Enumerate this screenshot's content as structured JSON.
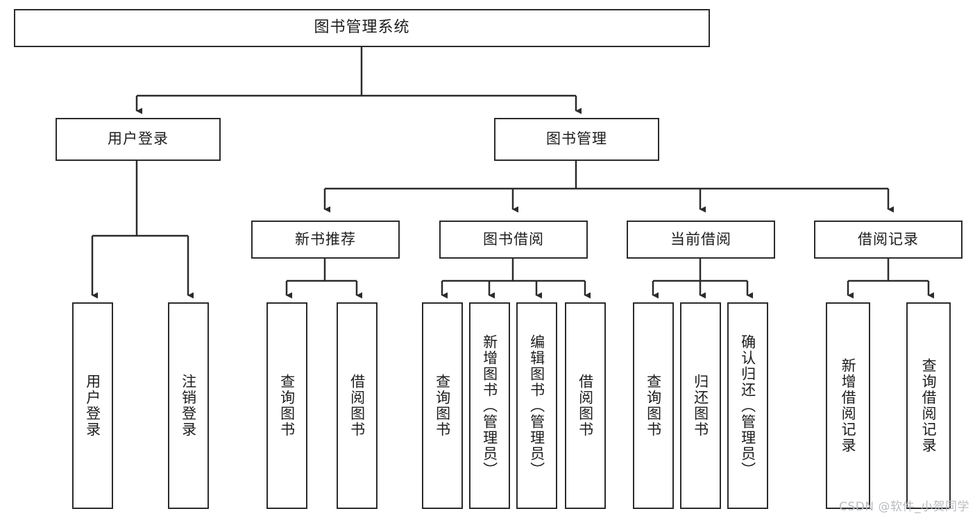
{
  "diagram": {
    "title": "图书管理系统",
    "type": "tree",
    "root": {
      "label": "图书管理系统"
    },
    "level2": [
      {
        "label": "用户登录"
      },
      {
        "label": "图书管理"
      }
    ],
    "level3": [
      {
        "label": "新书推荐",
        "parent": "图书管理"
      },
      {
        "label": "图书借阅",
        "parent": "图书管理"
      },
      {
        "label": "当前借阅",
        "parent": "图书管理"
      },
      {
        "label": "借阅记录",
        "parent": "图书管理"
      }
    ],
    "leaves": {
      "user_login": [
        {
          "label": "用户登录"
        },
        {
          "label": "注销登录"
        }
      ],
      "new_book_recommend": [
        {
          "label": "查询图书"
        },
        {
          "label": "借阅图书"
        }
      ],
      "book_borrow": [
        {
          "label": "查询图书"
        },
        {
          "label": "新增图书（管理员）"
        },
        {
          "label": "编辑图书（管理员）"
        },
        {
          "label": "借阅图书"
        }
      ],
      "current_borrow": [
        {
          "label": "查询图书"
        },
        {
          "label": "归还图书"
        },
        {
          "label": "确认归还（管理员）"
        }
      ],
      "borrow_record": [
        {
          "label": "新增借阅记录"
        },
        {
          "label": "查询借阅记录"
        }
      ]
    }
  },
  "watermark": {
    "text": "CSDN @软件_小贺同学"
  },
  "colors": {
    "box_border": "#2b2b2b",
    "box_fill": "#ffffff",
    "edge": "#2b2b2b",
    "text": "#1d1d1d",
    "watermark": "#b9bcc0",
    "background": "#ffffff"
  }
}
